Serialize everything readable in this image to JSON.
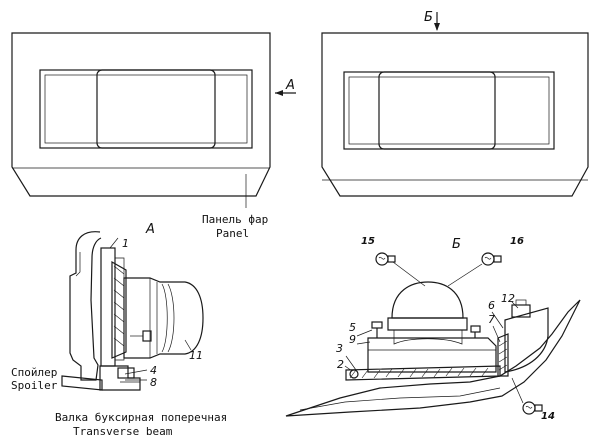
{
  "view_labels": {
    "b_top": "Б",
    "a_arrow": "А",
    "a_view": "А",
    "b_view": "Б"
  },
  "labels": {
    "panel_ru": "Панель фар",
    "panel_en": "Panel",
    "spoiler_ru": "Спойлер",
    "spoiler_en": "Spoiler",
    "beam_ru": "Валка буксирная поперечная",
    "beam_en": "Transverse beam"
  },
  "callouts_a": [
    "1",
    "4",
    "8",
    "11"
  ],
  "callouts_b": [
    "2",
    "3",
    "5",
    "9",
    "6",
    "7",
    "12",
    "15",
    "16",
    "14"
  ],
  "bulb_icon": "lamp-bulb-icon"
}
